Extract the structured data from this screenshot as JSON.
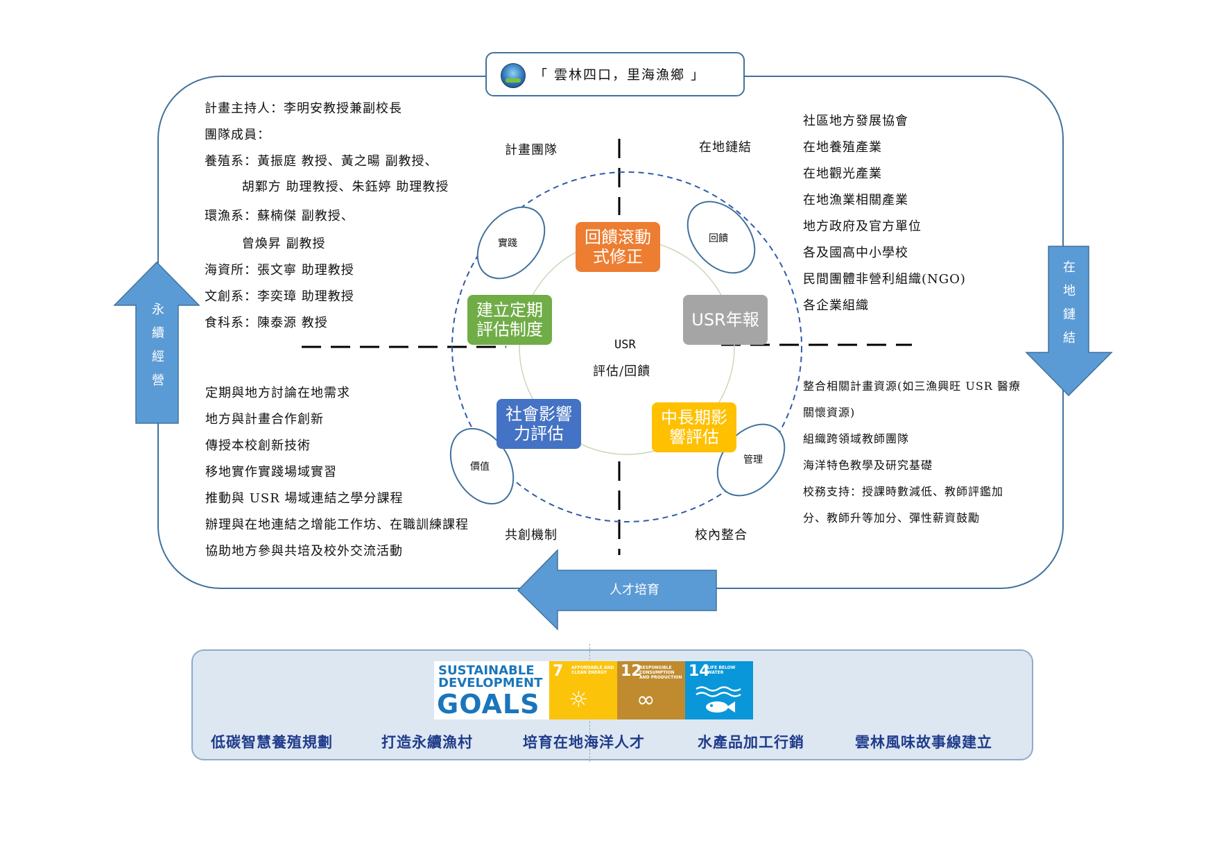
{
  "title": "「  雲林四口，里海漁鄉  」",
  "team": {
    "lines": [
      "計畫主持人：李明安教授兼副校長",
      "團隊成員：",
      "養殖系：黃振庭 教授、黃之暘 副教授、",
      "        胡鄴方 助理教授、朱鈺婷 助理教授",
      "環漁系：蘇楠傑 副教授、",
      "        曾煥昇 副教授",
      "海資所：張文寧 助理教授",
      "文創系：李奕璋 助理教授",
      "食科系：陳泰源 教授"
    ]
  },
  "local_links": {
    "lines": [
      "社區地方發展協會",
      "在地養殖產業",
      "在地觀光產業",
      "在地漁業相關產業",
      "地方政府及官方單位",
      "各及國高中小學校",
      "民間團體非營利組織(NGO)",
      "各企業組織"
    ]
  },
  "co_creation": {
    "lines": [
      "定期與地方討論在地需求",
      "地方與計畫合作創新",
      "傳授本校創新技術",
      "移地實作實踐場域實習",
      "推動與 USR 場域連結之學分課程",
      "辦理與在地連結之增能工作坊、在職訓練課程",
      "協助地方參與共培及校外交流活動"
    ]
  },
  "campus_integration": {
    "lines": [
      "整合相關計畫資源(如三漁興旺 USR 醫療",
      "關懷資源)",
      "組織跨領域教師團隊",
      "海洋特色教學及研究基礎",
      "校務支持：授課時數減低、教師評鑑加",
      "分、教師升等加分、彈性薪資鼓勵"
    ]
  },
  "quadrant_labels": {
    "plan_team": "計畫團隊",
    "local_link": "在地鏈結",
    "co_creation": "共創機制",
    "campus": "校內整合"
  },
  "center": {
    "line1": "USR",
    "line2": "評估/回饋"
  },
  "cycle_boxes": {
    "feedback": "回饋滾動式修正",
    "report": "USR年報",
    "midterm": "中長期影響評估",
    "social": "社會影響力評估",
    "regular": "建立定期評估制度"
  },
  "ovals": {
    "practice": "實踐",
    "feedback": "回饋",
    "value": "價值",
    "manage": "管理"
  },
  "arrows": {
    "left": "永續經營",
    "right": "在地鏈結",
    "bottom": "人才培育"
  },
  "sdg": {
    "title_line1": "SUSTAINABLE",
    "title_line2": "DEVELOPMENT",
    "title_line3": "GOALS",
    "tiles": [
      {
        "number": "7",
        "caption": "AFFORDABLE AND CLEAN ENERGY",
        "color": "#fcc30b"
      },
      {
        "number": "12",
        "caption": "RESPONSIBLE CONSUMPTION AND PRODUCTION",
        "color": "#bf8b2e"
      },
      {
        "number": "14",
        "caption": "LIFE BELOW WATER",
        "color": "#0a97d9"
      }
    ],
    "bottom_labels": [
      "低碳智慧養殖規劃",
      "打造永續漁村",
      "培育在地海洋人才",
      "水產品加工行銷",
      "雲林風味故事線建立"
    ]
  },
  "colors": {
    "orange": "#ed7d31",
    "gray": "#a5a5a5",
    "yellow": "#ffc000",
    "blue": "#4472c4",
    "green": "#70ad47",
    "arrow": "#5b9bd5",
    "outline": "#41719c"
  }
}
